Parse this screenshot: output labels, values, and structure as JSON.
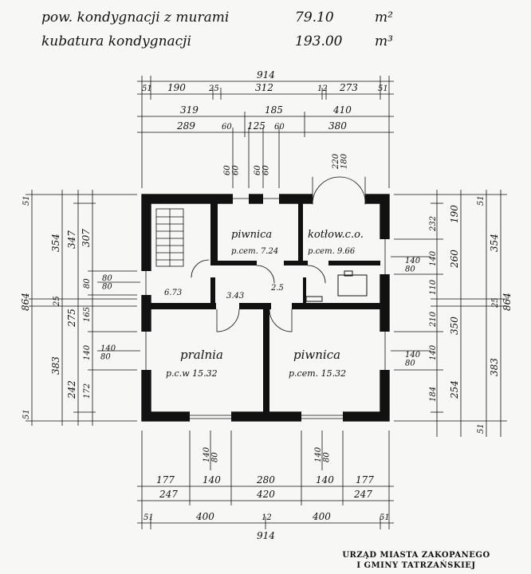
{
  "header": {
    "rows": [
      {
        "label": "pow. kondygnacji z murami",
        "value": "79.10",
        "unit": "m²"
      },
      {
        "label": "kubatura kondygnacji",
        "value": "193.00",
        "unit": "m³"
      }
    ]
  },
  "rooms": {
    "pralnia": {
      "name": "pralnia",
      "info": "p.c.w 15.32"
    },
    "piwnica_sw": {
      "name": "piwnica",
      "info": "p.cem. 15.32"
    },
    "piwnica_small": {
      "name": "piwnica",
      "info": "p.cem. 7.24"
    },
    "kotlownia": {
      "name": "kotłow.c.o.",
      "info": "p.cem. 9.66"
    },
    "hall_area": "6.73",
    "hall_area2": "3.43",
    "hall_dim": "2.5"
  },
  "dims_top": {
    "overall": "914",
    "row1": [
      "51",
      "190",
      "25",
      "312",
      "12",
      "273",
      "51"
    ],
    "row2": [
      "319",
      "185",
      "410"
    ],
    "row3": [
      "289",
      "60",
      "125",
      "60",
      "380"
    ],
    "openings": [
      "60\n60",
      "60\n60",
      "220\n180"
    ]
  },
  "dims_bottom": {
    "row1": [
      "177",
      "140",
      "280",
      "140",
      "177"
    ],
    "row2": [
      "247",
      "420",
      "247"
    ],
    "row3": [
      "51",
      "400",
      "12",
      "400",
      "51"
    ],
    "overall": "914",
    "windows": [
      "140\n80",
      "140\n80"
    ]
  },
  "dims_left": {
    "overall": "864",
    "outer": [
      "354",
      "25",
      "383"
    ],
    "mid": [
      "347",
      "275",
      "242"
    ],
    "inner": [
      "307",
      "80",
      "165",
      "140",
      "172",
      "51",
      "51"
    ],
    "windows": [
      "80\n80",
      "140\n80"
    ]
  },
  "dims_right": {
    "overall": "864",
    "outer": [
      "354",
      "25",
      "383"
    ],
    "mid": [
      "190",
      "260",
      "350",
      "254"
    ],
    "inner": [
      "232",
      "140",
      "110",
      "210",
      "140",
      "184",
      "51",
      "51"
    ],
    "windows": [
      "140\n80",
      "140\n80"
    ]
  },
  "stamp": {
    "line1": "URZĄD MIASTA ZAKOPANEGO",
    "line2": "I GMINY TATRZAŃSKIEJ"
  }
}
